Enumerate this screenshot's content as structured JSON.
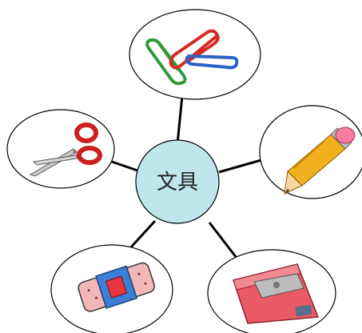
{
  "hub": {
    "label": "文具"
  },
  "items": [
    {
      "name": "paper-clips"
    },
    {
      "name": "pencil"
    },
    {
      "name": "pencil-sharpener"
    },
    {
      "name": "eraser"
    },
    {
      "name": "scissors"
    }
  ],
  "colors": {
    "hub_fill": "#bfe6ea",
    "line": "#000000",
    "clip_green": "#2e9b3a",
    "clip_red": "#d62a24",
    "clip_blue": "#2a63c8",
    "pencil_body": "#f2b01e",
    "pencil_eraser": "#f47ca0",
    "sharpener_red": "#e85a66",
    "eraser_blue": "#3b7fd6",
    "scissors_red": "#cc1f1f"
  }
}
